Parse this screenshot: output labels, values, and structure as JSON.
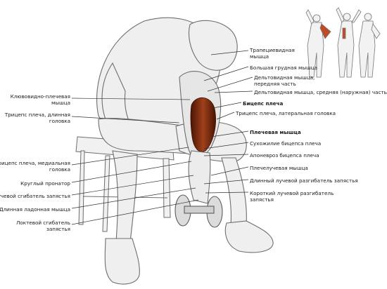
{
  "colors": {
    "background": "#ffffff",
    "sketch": "#6e6e6e",
    "shade": "#d9d9d9",
    "muscle_highlight": "#8a2d10",
    "muscle_dark": "#4a1505",
    "leader_line": "#333333"
  },
  "labels_right": [
    {
      "id": "trapezius",
      "lines": [
        "Трапециевидная",
        "мышца"
      ],
      "bold": false
    },
    {
      "id": "pectoralis-major",
      "lines": [
        "Большая грудная мышца"
      ],
      "bold": false
    },
    {
      "id": "anterior-deltoid",
      "lines": [
        "Дельтовидная мышца,",
        "передняя часть"
      ],
      "bold": false
    },
    {
      "id": "middle-deltoid",
      "lines": [
        "Дельтовидная мышца, средняя (наружная) часть"
      ],
      "bold": false
    },
    {
      "id": "biceps",
      "lines": [
        "Бицепс плеча"
      ],
      "bold": true
    },
    {
      "id": "triceps-lateral",
      "lines": [
        "Трицепс плеча, латеральная головка"
      ],
      "bold": false
    },
    {
      "id": "brachialis",
      "lines": [
        "Плечевая мышца"
      ],
      "bold": true
    },
    {
      "id": "biceps-tendon",
      "lines": [
        "Сухожилие бицепса плеча"
      ],
      "bold": false
    },
    {
      "id": "biceps-aponeurosis",
      "lines": [
        "Апоневроз бицепса плеча"
      ],
      "bold": false
    },
    {
      "id": "brachioradialis",
      "lines": [
        "Плечелучевая мышца"
      ],
      "bold": false
    },
    {
      "id": "ext-carpi-radialis-longus",
      "lines": [
        "Длинный лучевой разгибатель запястья"
      ],
      "bold": false
    },
    {
      "id": "ext-carpi-radialis-brevis",
      "lines": [
        "Короткий лучевой разгибатель",
        "запястья"
      ],
      "bold": false
    }
  ],
  "labels_left": [
    {
      "id": "coracobrachialis",
      "lines": [
        "Клювовидно-плечевая",
        "мышца"
      ],
      "bold": false
    },
    {
      "id": "triceps-long",
      "lines": [
        "Трицепс плеча, длинная",
        "головка"
      ],
      "bold": false
    },
    {
      "id": "triceps-medial",
      "lines": [
        "Трицепс плеча, медиальная",
        "головка"
      ],
      "bold": false
    },
    {
      "id": "pronator-teres",
      "lines": [
        "Круглый пронатор"
      ],
      "bold": false
    },
    {
      "id": "flexor-carpi-radialis",
      "lines": [
        "Лучевой сгибатель запястья"
      ],
      "bold": false
    },
    {
      "id": "palmaris-longus",
      "lines": [
        "Длинная ладонная мышца"
      ],
      "bold": false
    },
    {
      "id": "flexor-carpi-ulnaris",
      "lines": [
        "Локтевой сгибатель",
        "запястья"
      ],
      "bold": false
    }
  ]
}
